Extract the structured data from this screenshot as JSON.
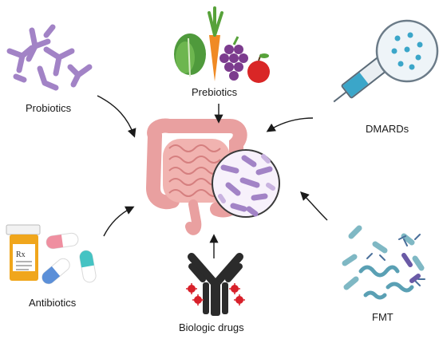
{
  "labels": {
    "probiotics": "Probiotics",
    "prebiotics": "Prebiotics",
    "dmards": "DMARDs",
    "antibiotics": "Antibiotics",
    "biologic_drugs": "Biologic drugs",
    "fmt": "FMT"
  },
  "pill_bottle_label": "Rx",
  "colors": {
    "intestine": "#e9a0a0",
    "bacteria_purple": "#a283c6",
    "arrow": "#1a1a1a",
    "antibody": "#2b2b2b",
    "antigen": "#d8202a",
    "fmt_bacteria": "#7fb8c4",
    "bottle": "#f0a61c",
    "syringe_liquid": "#3ba6c9"
  },
  "icons": [
    "probiotic-bacteria-icon",
    "vegetables-fruit-icon",
    "syringe-icon",
    "drug-particles-icon",
    "intestine-icon",
    "magnified-bacteria-icon",
    "pill-bottle-icon",
    "capsule-icon",
    "antibody-icon",
    "fmt-bacteria-icon"
  ]
}
